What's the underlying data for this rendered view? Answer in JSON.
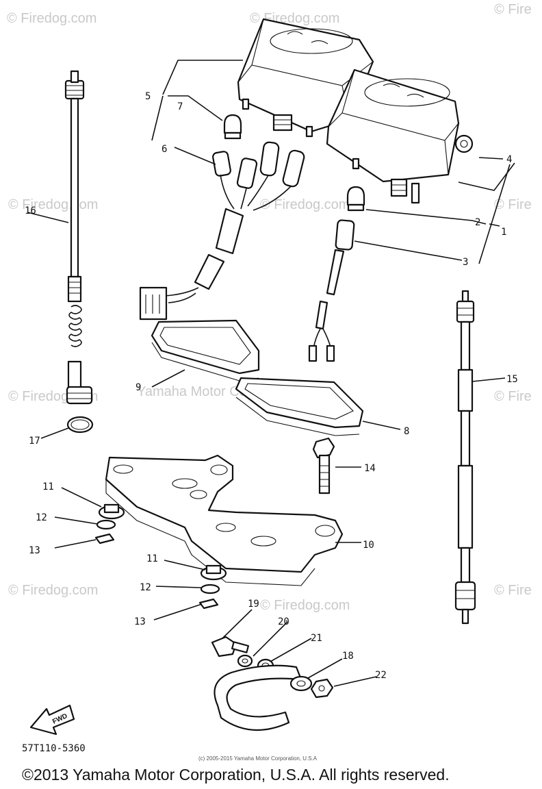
{
  "watermarks": {
    "site": "© Firedog.com",
    "site_edge": "© Fire",
    "brand": "Yamaha Motor Corp. U.S.A."
  },
  "callouts": [
    "1",
    "2",
    "3",
    "4",
    "5",
    "6",
    "7",
    "8",
    "9",
    "10",
    "11",
    "11",
    "12",
    "12",
    "13",
    "13",
    "14",
    "15",
    "16",
    "17",
    "18",
    "19",
    "20",
    "21",
    "22"
  ],
  "fwd_label": "FWD",
  "diagram_code": "57T110-5360",
  "small_copyright": "(c) 2005-2015 Yamaha Motor Corporation, U.S.A",
  "copyright": "©2013 Yamaha Motor Corporation, U.S.A. All rights reserved."
}
